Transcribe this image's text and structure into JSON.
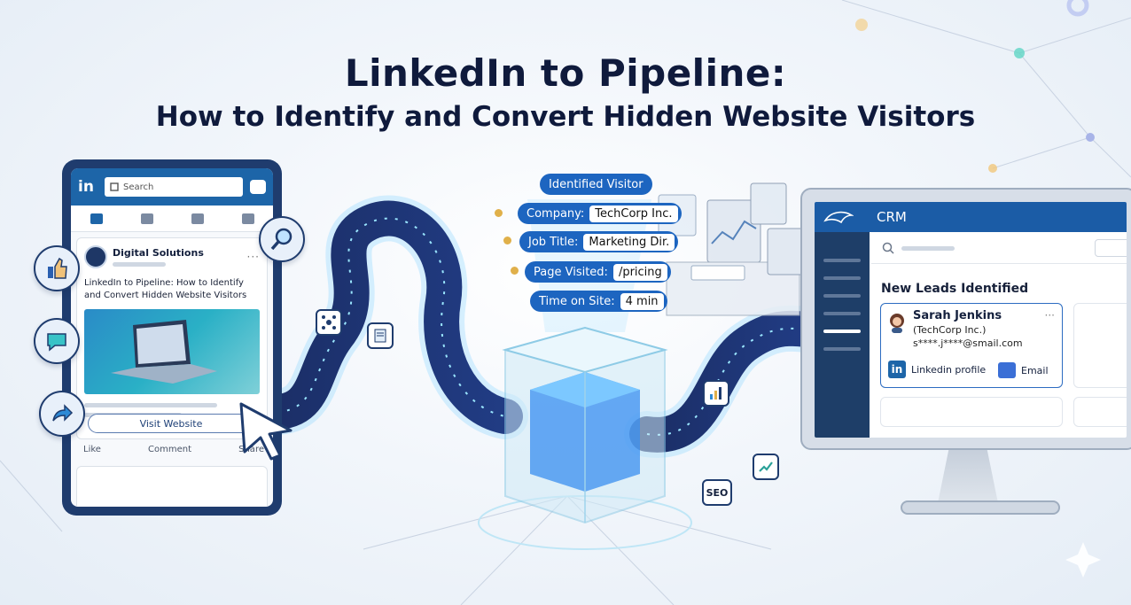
{
  "title": {
    "line1": "LinkedIn to Pipeline:",
    "line2": "How to Identify and Convert Hidden Website Visitors"
  },
  "linkedin": {
    "logo": "in",
    "search_placeholder": "Search",
    "post_author": "Digital Solutions",
    "post_menu": "···",
    "post_text": "LinkedIn to Pipeline: How to Identify and Convert Hidden Website Visitors",
    "cta": "Visit Website",
    "actions": [
      "Like",
      "Comment",
      "Share"
    ]
  },
  "visitor": {
    "header": "Identified Visitor",
    "fields": [
      {
        "label": "Company:",
        "value": "TechCorp Inc."
      },
      {
        "label": "Job Title:",
        "value": "Marketing Dir."
      },
      {
        "label": "Page Visited:",
        "value": "/pricing"
      },
      {
        "label": "Time on Site:",
        "value": "4 min"
      }
    ]
  },
  "crm": {
    "title": "CRM",
    "section": "New Leads Identified",
    "lead": {
      "name": "Sarah Jenkins",
      "company": "(TechCorp Inc.)",
      "email": "s****.j****@smail.com",
      "menu": "···",
      "link_linkedin": "Linkedin profile",
      "link_email": "Email"
    }
  },
  "badges": {
    "seo": "SEO"
  },
  "colors": {
    "brand_blue": "#1d65c0",
    "navy": "#1f3c6e",
    "text_dark": "#0f1a3c",
    "accent_gold": "#e0b04a"
  },
  "icons": [
    "thumbs-up-icon",
    "chat-bubble-icon",
    "share-arrow-icon",
    "magnifier-icon",
    "network-icon",
    "document-icon",
    "bar-chart-icon",
    "trend-up-icon",
    "cursor-icon"
  ]
}
